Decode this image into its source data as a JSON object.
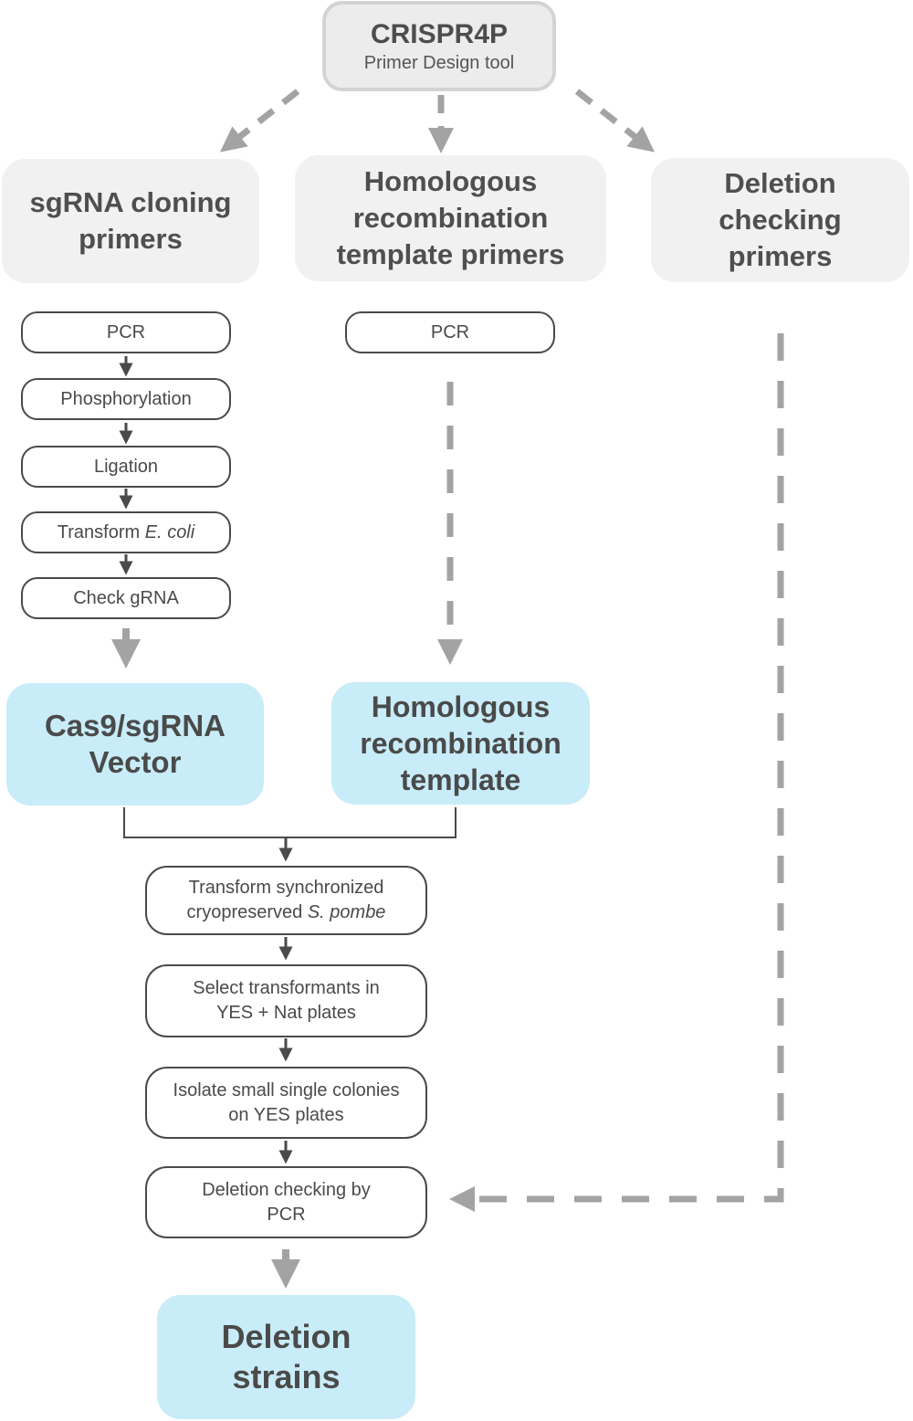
{
  "top": {
    "title": "CRISPR4P",
    "subtitle": "Primer Design tool"
  },
  "columns": {
    "sgrna": [
      "sgRNA cloning",
      "primers"
    ],
    "hr": [
      "Homologous",
      "recombination",
      "template primers"
    ],
    "deletion": [
      "Deletion",
      "checking",
      "primers"
    ]
  },
  "left_steps": {
    "pcr": "PCR",
    "phos": "Phosphorylation",
    "ligation": "Ligation",
    "transform_prefix": "Transform ",
    "transform_italic": "E. coli",
    "check": "Check gRNA"
  },
  "middle_steps": {
    "pcr": "PCR"
  },
  "products": {
    "vector": [
      "Cas9/sgRNA",
      "Vector"
    ],
    "template": [
      "Homologous",
      "recombination",
      "template"
    ]
  },
  "bottom_steps": {
    "transform_line1": "Transform synchronized",
    "transform_line2_prefix": "cryopreserved ",
    "transform_line2_italic": "S. pombe",
    "select": [
      "Select transformants in",
      "YES + Nat plates"
    ],
    "isolate": [
      "Isolate small single colonies",
      "on YES plates"
    ],
    "deletion_check": [
      "Deletion checking by",
      "PCR"
    ]
  },
  "result": [
    "Deletion",
    "strains"
  ],
  "colors": {
    "grey_box": "#f1f1f1",
    "blue_box": "#c8ecf8",
    "arrow_grey": "#a3a3a3",
    "line_dark": "#4a4a4a"
  }
}
